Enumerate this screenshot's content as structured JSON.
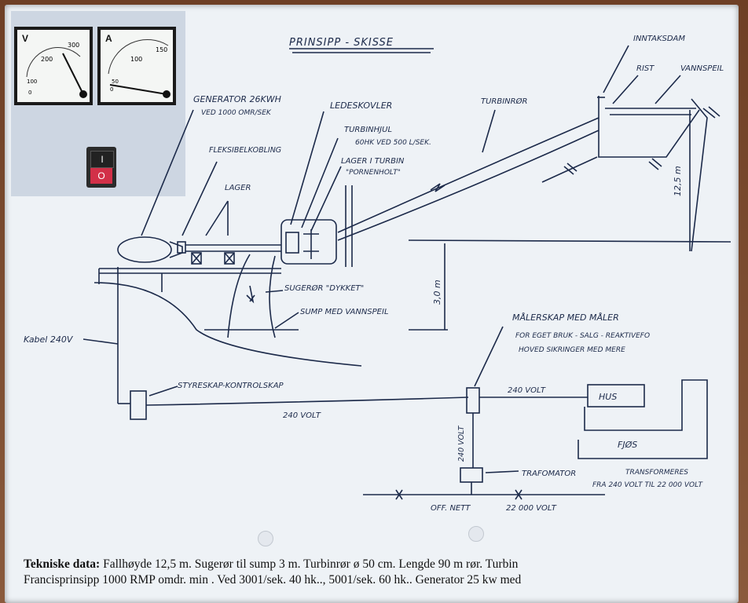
{
  "meters": {
    "voltmeter": {
      "unit": "V",
      "ticks": [
        "100",
        "200",
        "300",
        "0"
      ]
    },
    "ammeter": {
      "unit": "A",
      "ticks": [
        "100",
        "150",
        "50",
        "0"
      ]
    }
  },
  "switch": {
    "on": "I",
    "off": "O"
  },
  "diagram": {
    "title": "PRINSIPP - SKISSE",
    "labels": {
      "generator": "GENERATOR 26KWH",
      "generator_sub": "VED 1000 OMR/SEK",
      "ledeskovler": "LEDESKOVLER",
      "fleksibel": "FLEKSIBELKOBLING",
      "turbinhjul": "TURBINHJUL",
      "turbinhjul_sub": "60HK VED 500 L/SEK.",
      "lager_turbin": "LAGER I TURBIN",
      "pornenholt": "\"PORNENHOLT\"",
      "lager": "LAGER",
      "turbinror": "TURBINRØR",
      "inntaksdam": "INNTAKSDAM",
      "rist": "RIST",
      "vannspeil": "VANNSPEIL",
      "height_12": "12,5 m",
      "sugeror": "SUGERØR \"DYKKET\"",
      "sump": "SUMP MED VANNSPEIL",
      "height_3": "3,0 m",
      "kabel": "Kabel 240V",
      "styreskap": "STYRESKAP-KONTROLSKAP",
      "v240_left": "240 VOLT",
      "malerskap": "MÅLERSKAP MED MÅLER",
      "malerskap_sub1": "FOR EGET BRUK - SALG - REAKTIVEFO",
      "malerskap_sub2": "HOVED SIKRINGER MED MERE",
      "v240_right": "240 VOLT",
      "hus": "HUS",
      "fjos": "FJØS",
      "v240_vert": "240 VOLT",
      "trafo": "TRAFOMATOR",
      "trafo_desc1": "TRANSFORMERES",
      "trafo_desc2": "FRA 240 VOLT TIL 22 000 VOLT",
      "nett": "OFF. NETT",
      "v22000": "22 000 VOLT"
    }
  },
  "caption": {
    "heading": "Tekniske data:",
    "line1": "Fallhøyde 12,5 m.  Sugerør til sump 3 m.   Turbinrør ø 50 cm. Lengde 90 m rør.  Turbin",
    "line2": "Francisprinsipp 1000 RMP omdr. min .  Ved 3001/sek. 40 hk.., 5001/sek. 60 hk..  Generator 25 kw med"
  }
}
